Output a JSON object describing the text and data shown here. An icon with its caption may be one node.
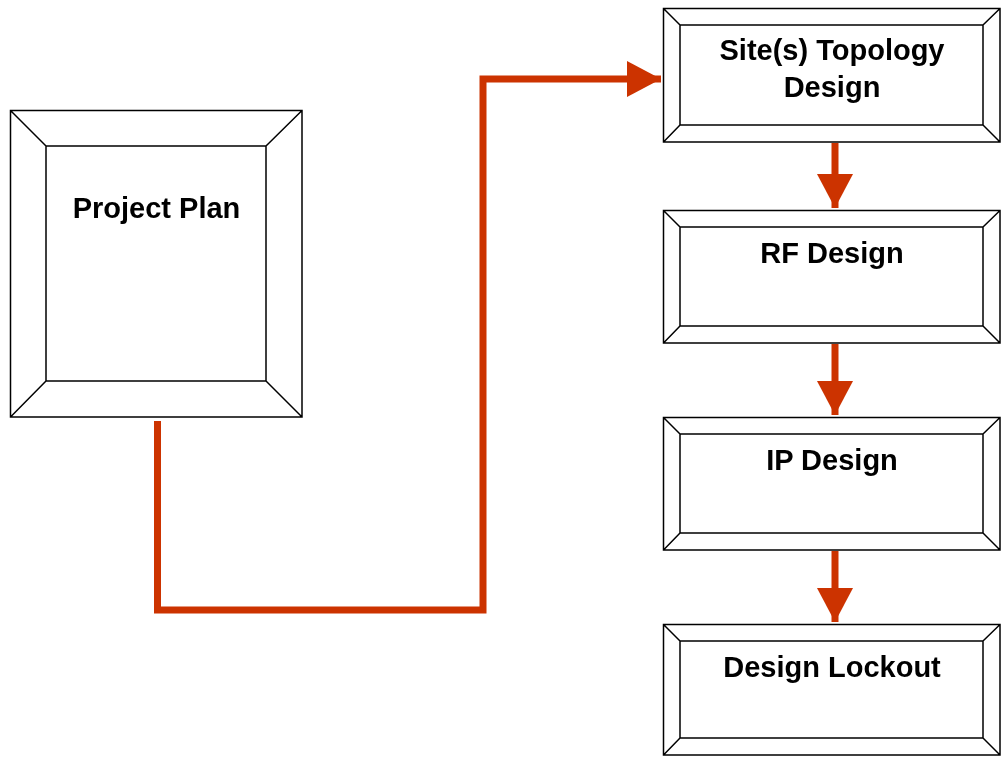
{
  "diagram": {
    "nodes": [
      {
        "text": [
          "Project Plan"
        ]
      },
      {
        "text": [
          "Site(s) Topology Design"
        ]
      },
      {
        "text": [
          "RF Design"
        ]
      },
      {
        "text": [
          "IP Design"
        ]
      },
      {
        "text": [
          "Design Lockout"
        ]
      }
    ],
    "edges": [
      {
        "from": 0,
        "to": 1,
        "arrow": "to"
      },
      {
        "from": 1,
        "to": 2,
        "arrow": "to"
      },
      {
        "from": 2,
        "to": 3,
        "arrow": "to"
      },
      {
        "from": 3,
        "to": 4,
        "arrow": "to"
      }
    ]
  }
}
